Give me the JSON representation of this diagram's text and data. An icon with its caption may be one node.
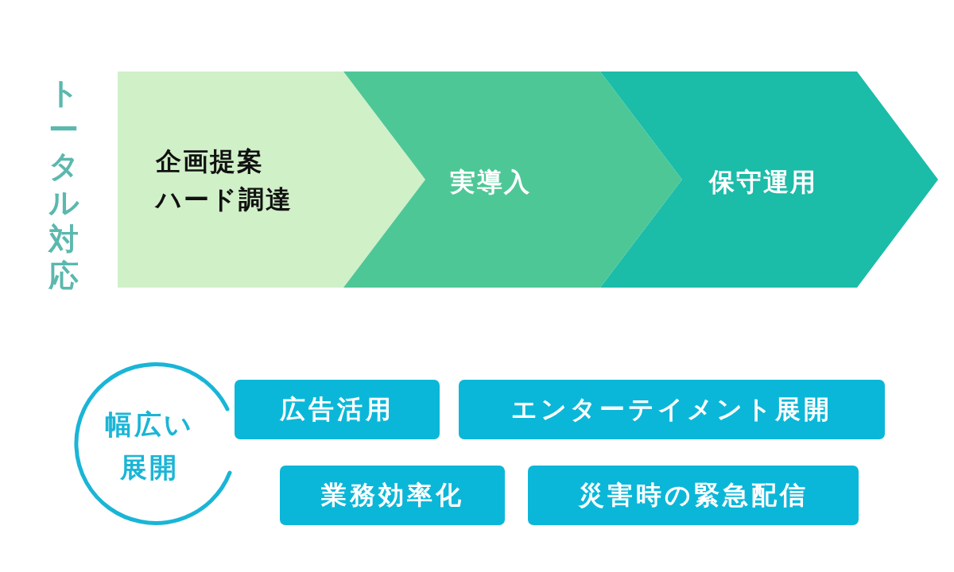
{
  "diagram": {
    "nodes": [
      {
        "text": [
          "企画提案",
          "ハード調達"
        ]
      },
      {
        "text": [
          "実導入"
        ]
      },
      {
        "text": [
          "保守運用"
        ]
      },
      {
        "text": [
          "幅広い展開"
        ]
      },
      {
        "text": [
          "広告活用"
        ]
      },
      {
        "text": [
          "エンターテイメント展開"
        ]
      },
      {
        "text": [
          "業務効率化"
        ]
      },
      {
        "text": [
          "災害時の緊急配信"
        ]
      }
    ],
    "edges": [],
    "labels": [
      "トータル対応"
    ]
  }
}
